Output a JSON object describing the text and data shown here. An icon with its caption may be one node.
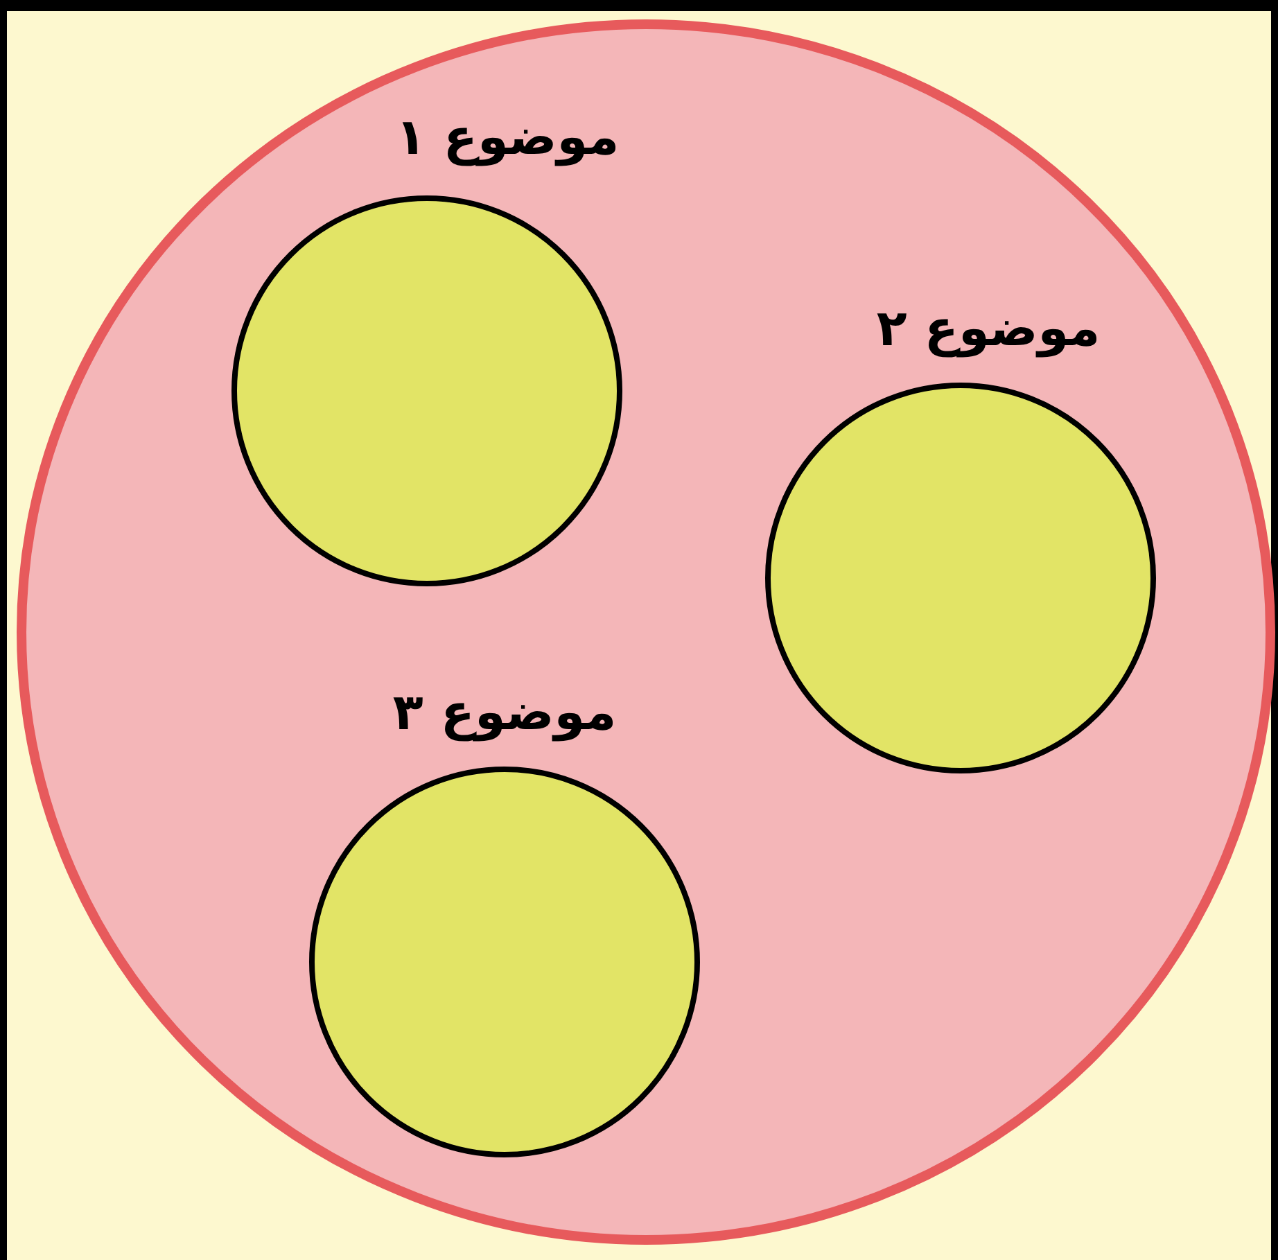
{
  "diagram": {
    "nodes": [
      {
        "text": [],
        "shape": "circle"
      },
      {
        "text": [
          "موضوع ۱"
        ],
        "in": 0
      },
      {
        "text": [
          "موضوع ۲"
        ],
        "in": 0
      },
      {
        "text": [
          "موضوع ۳"
        ],
        "in": 0
      }
    ]
  }
}
